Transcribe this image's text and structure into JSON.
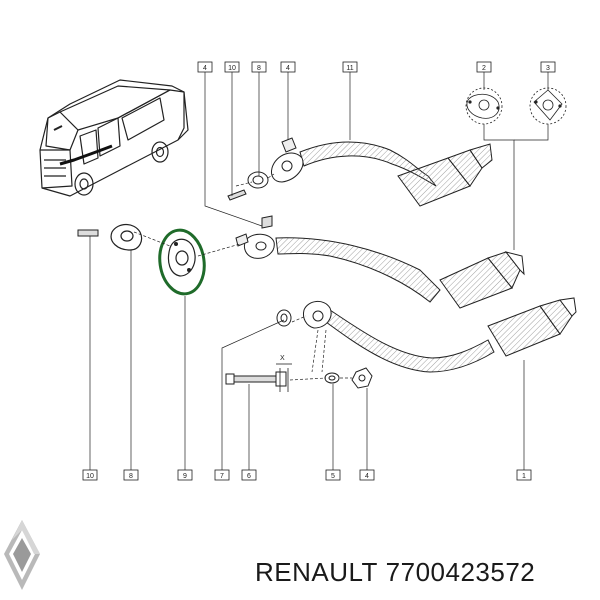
{
  "parts_diagram": {
    "callouts_top": [
      "4",
      "10",
      "8",
      "4",
      "11",
      "2",
      "3"
    ],
    "callouts_bottom": [
      "10",
      "8",
      "9",
      "7",
      "6",
      "5",
      "4",
      "1"
    ],
    "dimension_mark": "X",
    "highlight_color": "#1f6b2a"
  },
  "footer": {
    "brand": "RENAULT",
    "part_number": "7700423572"
  }
}
